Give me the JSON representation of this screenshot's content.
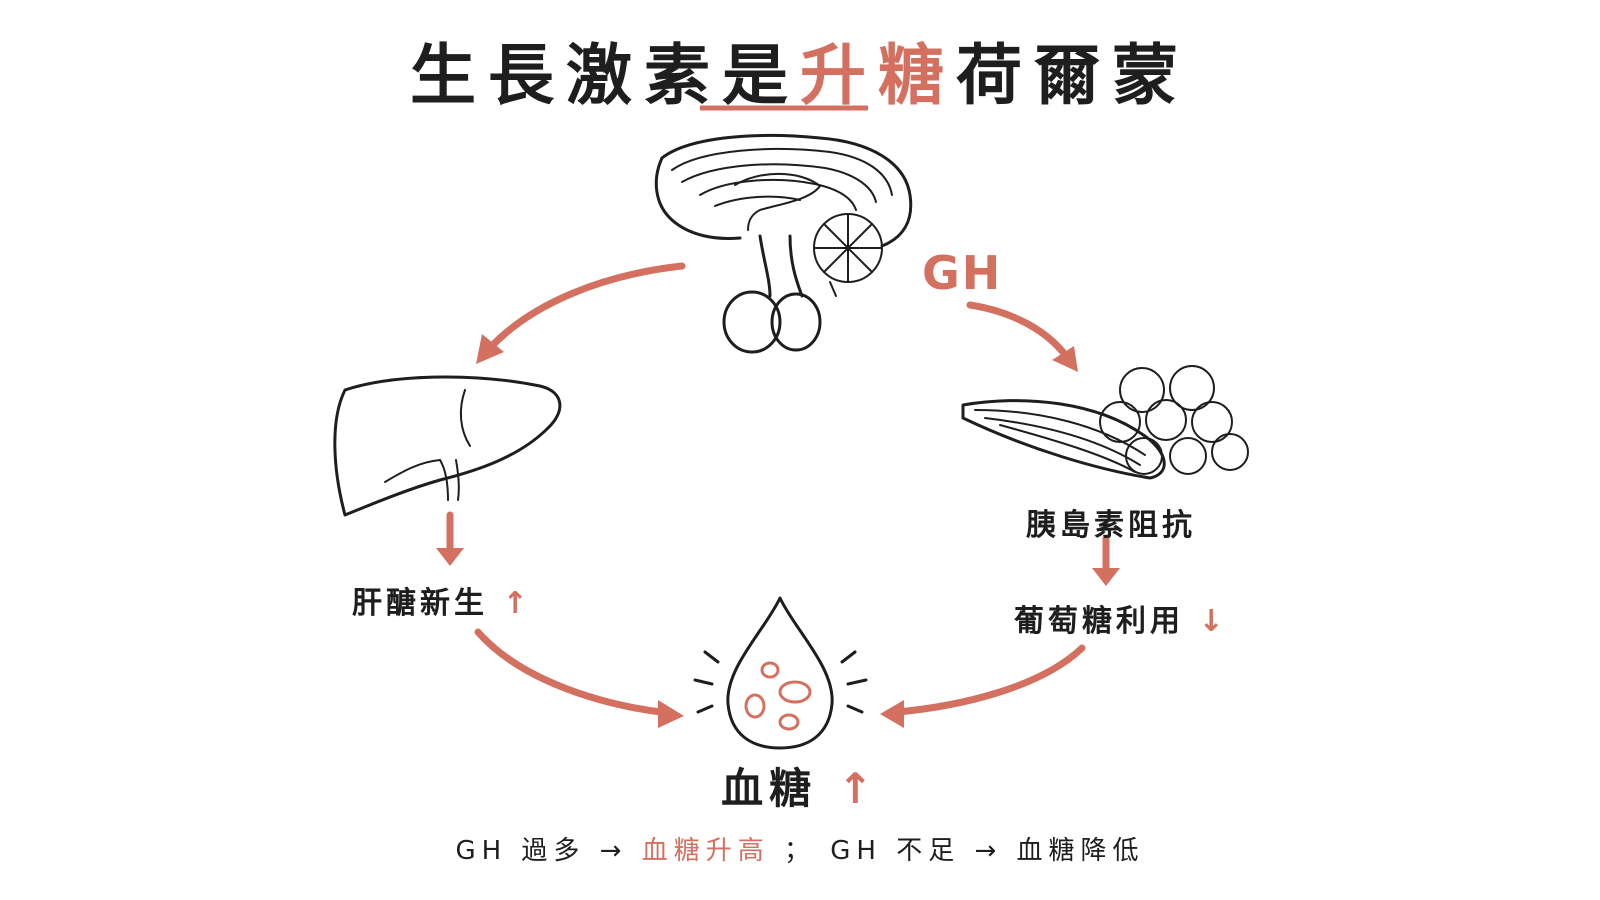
{
  "title": {
    "part1": "生長激素是",
    "accent": "升糖",
    "part2": "荷爾蒙"
  },
  "colors": {
    "accent": "#d4705f",
    "ink": "#1e1e1e"
  },
  "gh_label": "GH",
  "liver": {
    "label": "肝醣新生",
    "arrow": "↑"
  },
  "muscle_fat": {
    "label": "胰島素阻抗",
    "result_label": "葡萄糖利用",
    "result_arrow": "↓"
  },
  "blood": {
    "label": "血糖",
    "arrow": "↑"
  },
  "footer": {
    "part1": "GH 過多 →",
    "accent": "血糖升高",
    "part2": "； GH 不足 → 血糖降低"
  },
  "icons": [
    "brain-pituitary-icon",
    "liver-icon",
    "muscle-icon",
    "fat-cells-icon",
    "blood-drop-icon"
  ]
}
